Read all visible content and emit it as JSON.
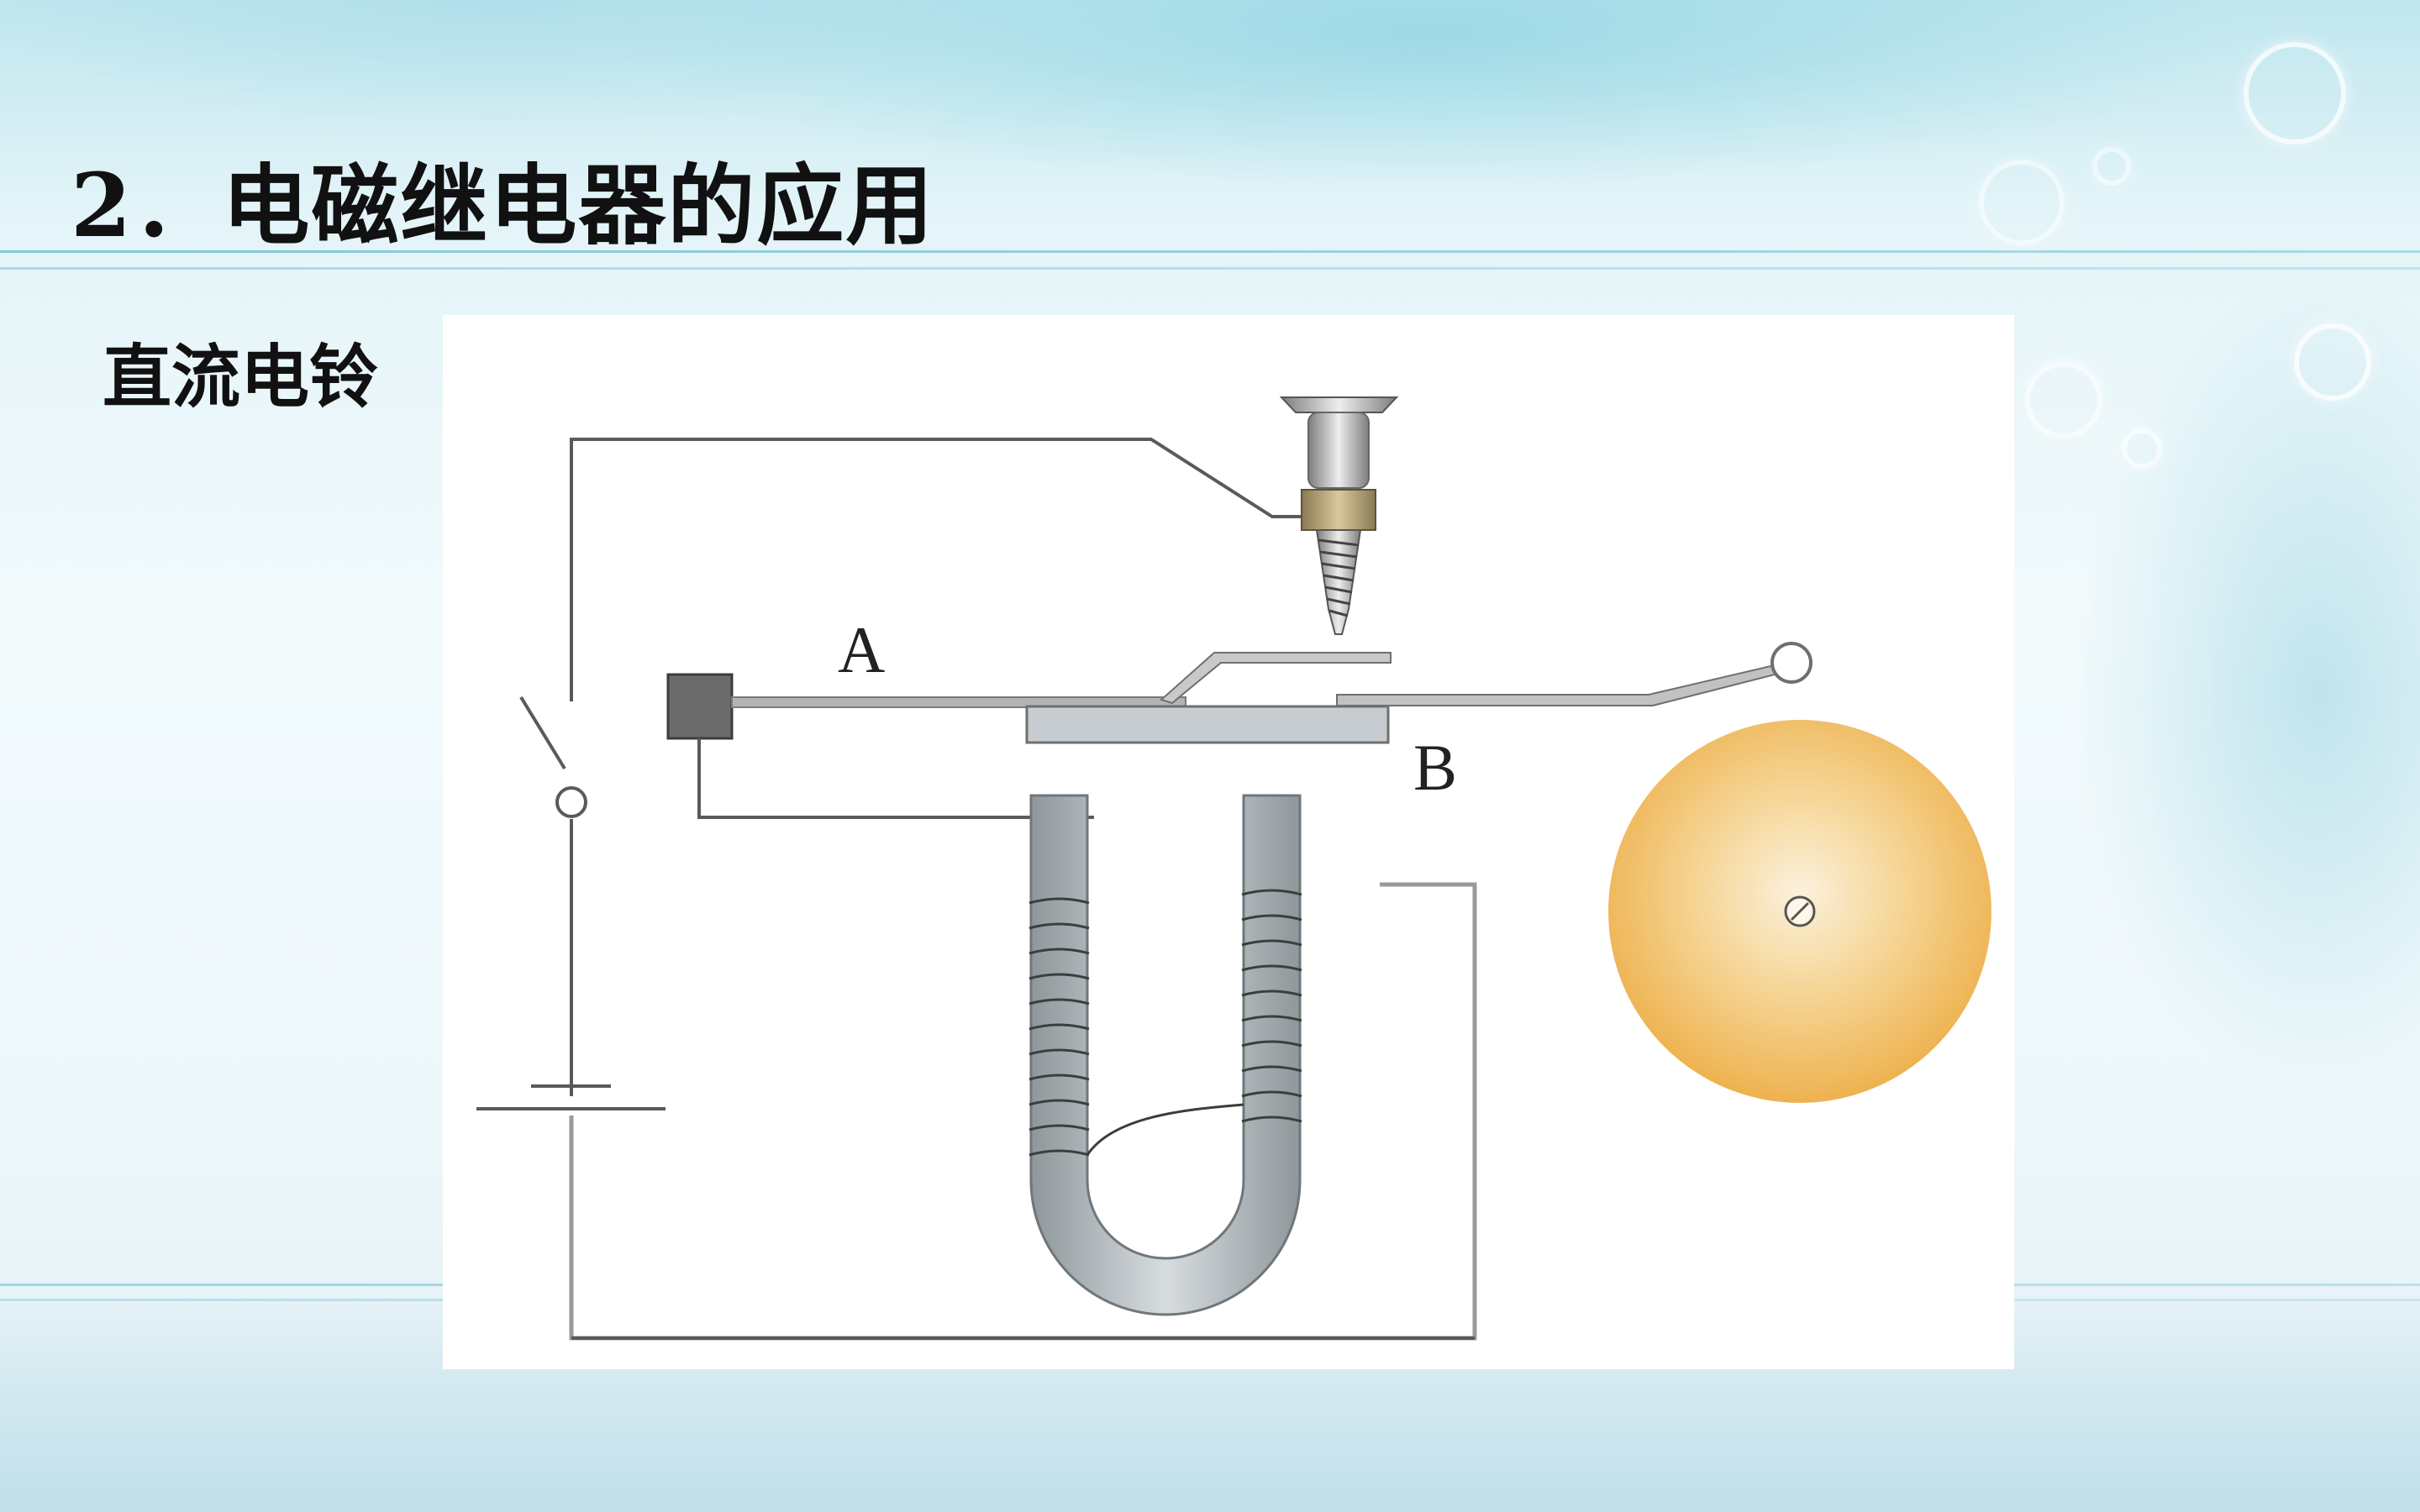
{
  "slide": {
    "title": "2．电磁继电器的应用",
    "subtitle": "直流电铃"
  },
  "diagram": {
    "labels": {
      "a": "A",
      "b": "B"
    }
  },
  "colors": {
    "background": "#e9f6f9",
    "accent_line": "#8ccfe0",
    "panel": "#ffffff",
    "wire": "#5a5a5a",
    "core": "#a9b0b4",
    "bell": "#f2c066",
    "block": "#6b6b6b"
  }
}
